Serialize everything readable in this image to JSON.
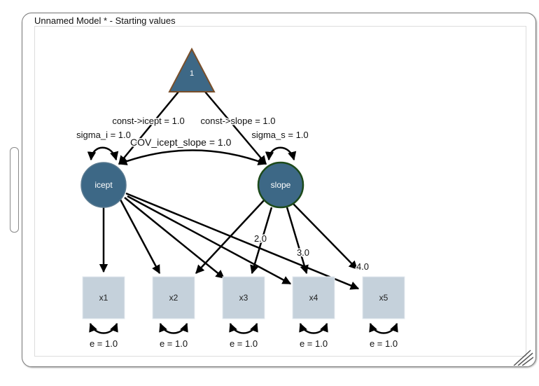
{
  "window": {
    "title": "Unnamed Model * - Starting values"
  },
  "colors": {
    "latent_fill": "#3d6886",
    "const_stroke": "#7a4f2a",
    "selected_stroke": "#1d4a1a",
    "manifest_fill": "#c5d1db"
  },
  "nodes": {
    "const": {
      "label": "1",
      "type": "constant"
    },
    "latent": [
      {
        "id": "icept",
        "label": "icept",
        "selected": false
      },
      {
        "id": "slope",
        "label": "slope",
        "selected": true
      }
    ],
    "manifest": [
      {
        "label": "x1",
        "var_label": "e = 1.0"
      },
      {
        "label": "x2",
        "var_label": "e = 1.0"
      },
      {
        "label": "x3",
        "var_label": "e = 1.0"
      },
      {
        "label": "x4",
        "var_label": "e = 1.0"
      },
      {
        "label": "x5",
        "var_label": "e = 1.0"
      }
    ]
  },
  "paths": {
    "const_icept": "const->icept = 1.0",
    "const_slope": "const->slope = 1.0",
    "sigma_i": "sigma_i = 1.0",
    "sigma_s": "sigma_s = 1.0",
    "cov": "COV_icept_slope = 1.0",
    "slope_loadings": [
      "",
      "2.0",
      "3.0",
      "4.0"
    ]
  }
}
